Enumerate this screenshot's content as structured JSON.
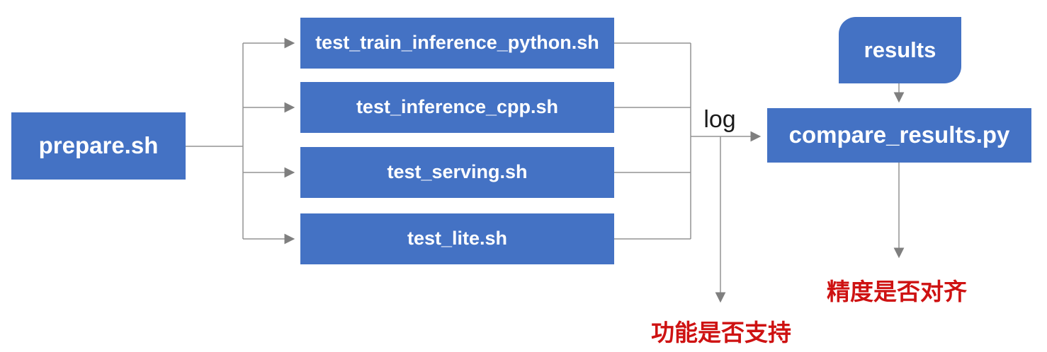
{
  "nodes": {
    "prepare": {
      "label": "prepare.sh"
    },
    "tests": [
      {
        "label": "test_train_inference_python.sh"
      },
      {
        "label": "test_inference_cpp.sh"
      },
      {
        "label": "test_serving.sh"
      },
      {
        "label": "test_lite.sh"
      }
    ],
    "results": {
      "label": "results"
    },
    "compare": {
      "label": "compare_results.py"
    }
  },
  "labels": {
    "log": "log",
    "function_support": "功能是否支持",
    "precision_align": "精度是否对齐"
  },
  "colors": {
    "node_fill": "#4472C4",
    "node_text": "#FFFFFF",
    "connector": "#949494",
    "arrowhead": "#7F7F7F",
    "annotation_red": "#CE1212",
    "log_text": "#1A1A1A"
  }
}
